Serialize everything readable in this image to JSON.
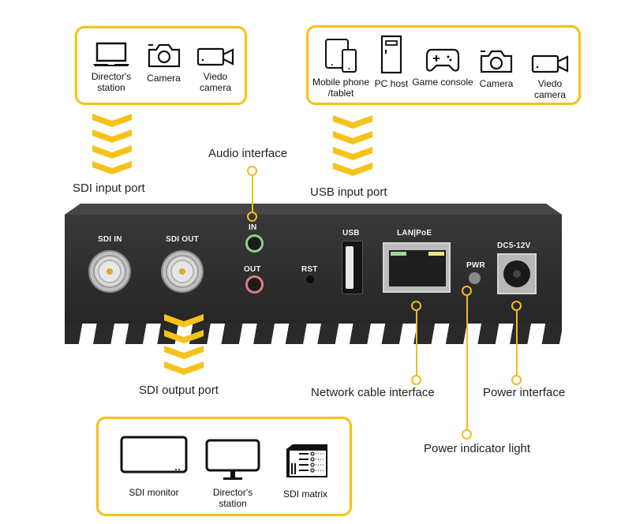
{
  "input_sdi_devices": [
    {
      "icon": "laptop-icon",
      "label_lines": [
        "Director's",
        "station"
      ]
    },
    {
      "icon": "camera-icon",
      "label_lines": [
        "Camera"
      ]
    },
    {
      "icon": "video-camera-icon",
      "label_lines": [
        "Viedo",
        "camera"
      ]
    }
  ],
  "input_usb_devices": [
    {
      "icon": "mobile-tablet-icon",
      "label_lines": [
        "Mobile phone",
        "/tablet"
      ]
    },
    {
      "icon": "pc-host-icon",
      "label_lines": [
        "PC host"
      ]
    },
    {
      "icon": "gamepad-icon",
      "label_lines": [
        "Game console"
      ]
    },
    {
      "icon": "camera-icon",
      "label_lines": [
        "Camera"
      ]
    },
    {
      "icon": "video-camera-icon",
      "label_lines": [
        "Viedo",
        "camera"
      ]
    }
  ],
  "output_sdi_devices": [
    {
      "icon": "monitor-icon",
      "label_lines": [
        "SDI monitor"
      ]
    },
    {
      "icon": "desktop-monitor-icon",
      "label_lines": [
        "Director's",
        "station"
      ]
    },
    {
      "icon": "server-rack-icon",
      "label_lines": [
        "SDI matrix"
      ]
    }
  ],
  "callouts": {
    "sdi_input": "SDI input port",
    "usb_input": "USB input port",
    "audio": "Audio interface",
    "sdi_output": "SDI output port",
    "network": "Network cable interface",
    "power_interface": "Power interface",
    "power_light": "Power indicator light"
  },
  "panel_labels": {
    "sdi_in": "SDI IN",
    "sdi_out": "SDI OUT",
    "audio_in": "IN",
    "audio_out": "OUT",
    "reset": "RST",
    "usb": "USB",
    "lan": "LAN|PoE",
    "pwr": "PWR",
    "dc": "DC5-12V"
  },
  "colors": {
    "accent": "#f6c21b",
    "device_body": "#2b2b2b",
    "audio_in_ring": "#8fd18a",
    "audio_out_ring": "#e07c84"
  }
}
